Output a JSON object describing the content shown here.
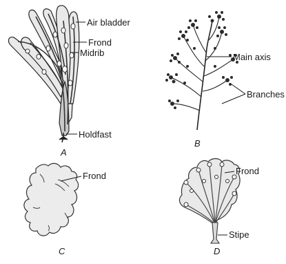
{
  "figure_a": {
    "caption": "A",
    "labels": {
      "air_bladder": "Air bladder",
      "frond": "Frond",
      "midrib": "Midrib",
      "holdfast": "Holdfast"
    }
  },
  "figure_b": {
    "caption": "B",
    "labels": {
      "main_axis": "Main axis",
      "branches": "Branches"
    }
  },
  "figure_c": {
    "caption": "C",
    "labels": {
      "frond": "Frond"
    }
  },
  "figure_d": {
    "caption": "D",
    "labels": {
      "frond": "Frond",
      "stipe": "Stipe"
    }
  }
}
